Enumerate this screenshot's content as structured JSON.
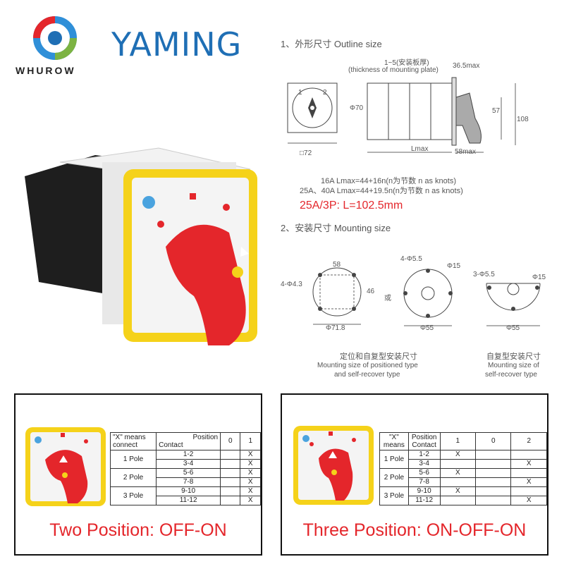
{
  "brand": {
    "name": "YAMING",
    "logo_text": "WHUROW"
  },
  "outline": {
    "heading": "1、外形尺寸 Outline size",
    "top_label": "1~5(安装板厚)",
    "top_sublabel": "(thickness of mounting plate)",
    "dim_365": "36.5max",
    "dim_70": "Φ70",
    "dim_57": "57",
    "dim_108": "108",
    "dim_72": "□72",
    "dim_lmax": "Lmax",
    "dim_58": "58max",
    "pos_1": "1",
    "pos_2": "2",
    "formula_1": "16A  Lmax=44+16n(n为节数  n as knots)",
    "formula_2": "25A、40A  Lmax=44+19.5n(n为节数  n as knots)",
    "note": "25A/3P:  L=102.5mm"
  },
  "mounting": {
    "heading": "2、安装尺寸 Mounting size",
    "d_58": "58",
    "d_46": "46",
    "d_43": "4-Φ4.3",
    "d_718": "Φ71.8",
    "d_or": "或",
    "d_455": "4-Φ5.5",
    "d_15a": "Φ15",
    "d_55a": "Φ55",
    "d_355": "3-Φ5.5",
    "d_15b": "Φ15",
    "d_55b": "Φ55",
    "caption_left_cn": "定位和自复型安装尺寸",
    "caption_left_en_1": "Mounting size of positioned type",
    "caption_left_en_2": "and self-recover type",
    "caption_right_cn": "自复型安装尺寸",
    "caption_right_en_1": "Mounting size of",
    "caption_right_en_2": "self-recover type"
  },
  "two_position": {
    "caption": "Two Position: OFF-ON",
    "header_x": "\"X\" means",
    "header_connect": "connect",
    "header_position": "Position",
    "header_contact": "Contact",
    "cols": [
      "0",
      "1"
    ],
    "rows": [
      {
        "pole": "1 Pole",
        "contact": "1-2",
        "marks": [
          "",
          "X"
        ]
      },
      {
        "pole": "",
        "contact": "3-4",
        "marks": [
          "",
          "X"
        ]
      },
      {
        "pole": "2 Pole",
        "contact": "5-6",
        "marks": [
          "",
          "X"
        ]
      },
      {
        "pole": "",
        "contact": "7-8",
        "marks": [
          "",
          "X"
        ]
      },
      {
        "pole": "3 Pole",
        "contact": "9-10",
        "marks": [
          "",
          "X"
        ]
      },
      {
        "pole": "",
        "contact": "11-12",
        "marks": [
          "",
          "X"
        ]
      }
    ]
  },
  "three_position": {
    "caption": "Three Position: ON-OFF-ON",
    "header_x": "\"X\"",
    "header_means": "means",
    "header_position": "Position",
    "header_contact": "Contact",
    "cols": [
      "1",
      "0",
      "2"
    ],
    "rows": [
      {
        "pole": "1 Pole",
        "contact": "1-2",
        "marks": [
          "X",
          "",
          ""
        ]
      },
      {
        "pole": "",
        "contact": "3-4",
        "marks": [
          "",
          "",
          "X"
        ]
      },
      {
        "pole": "2 Pole",
        "contact": "5-6",
        "marks": [
          "X",
          "",
          ""
        ]
      },
      {
        "pole": "",
        "contact": "7-8",
        "marks": [
          "",
          "",
          "X"
        ]
      },
      {
        "pole": "3 Pole",
        "contact": "9-10",
        "marks": [
          "X",
          "",
          ""
        ]
      },
      {
        "pole": "",
        "contact": "11-12",
        "marks": [
          "",
          "",
          "X"
        ]
      }
    ]
  },
  "colors": {
    "brand_blue": "#1f6fb5",
    "accent_red": "#e4262b",
    "switch_yellow": "#f5d21a",
    "switch_black": "#1e1e1e"
  }
}
